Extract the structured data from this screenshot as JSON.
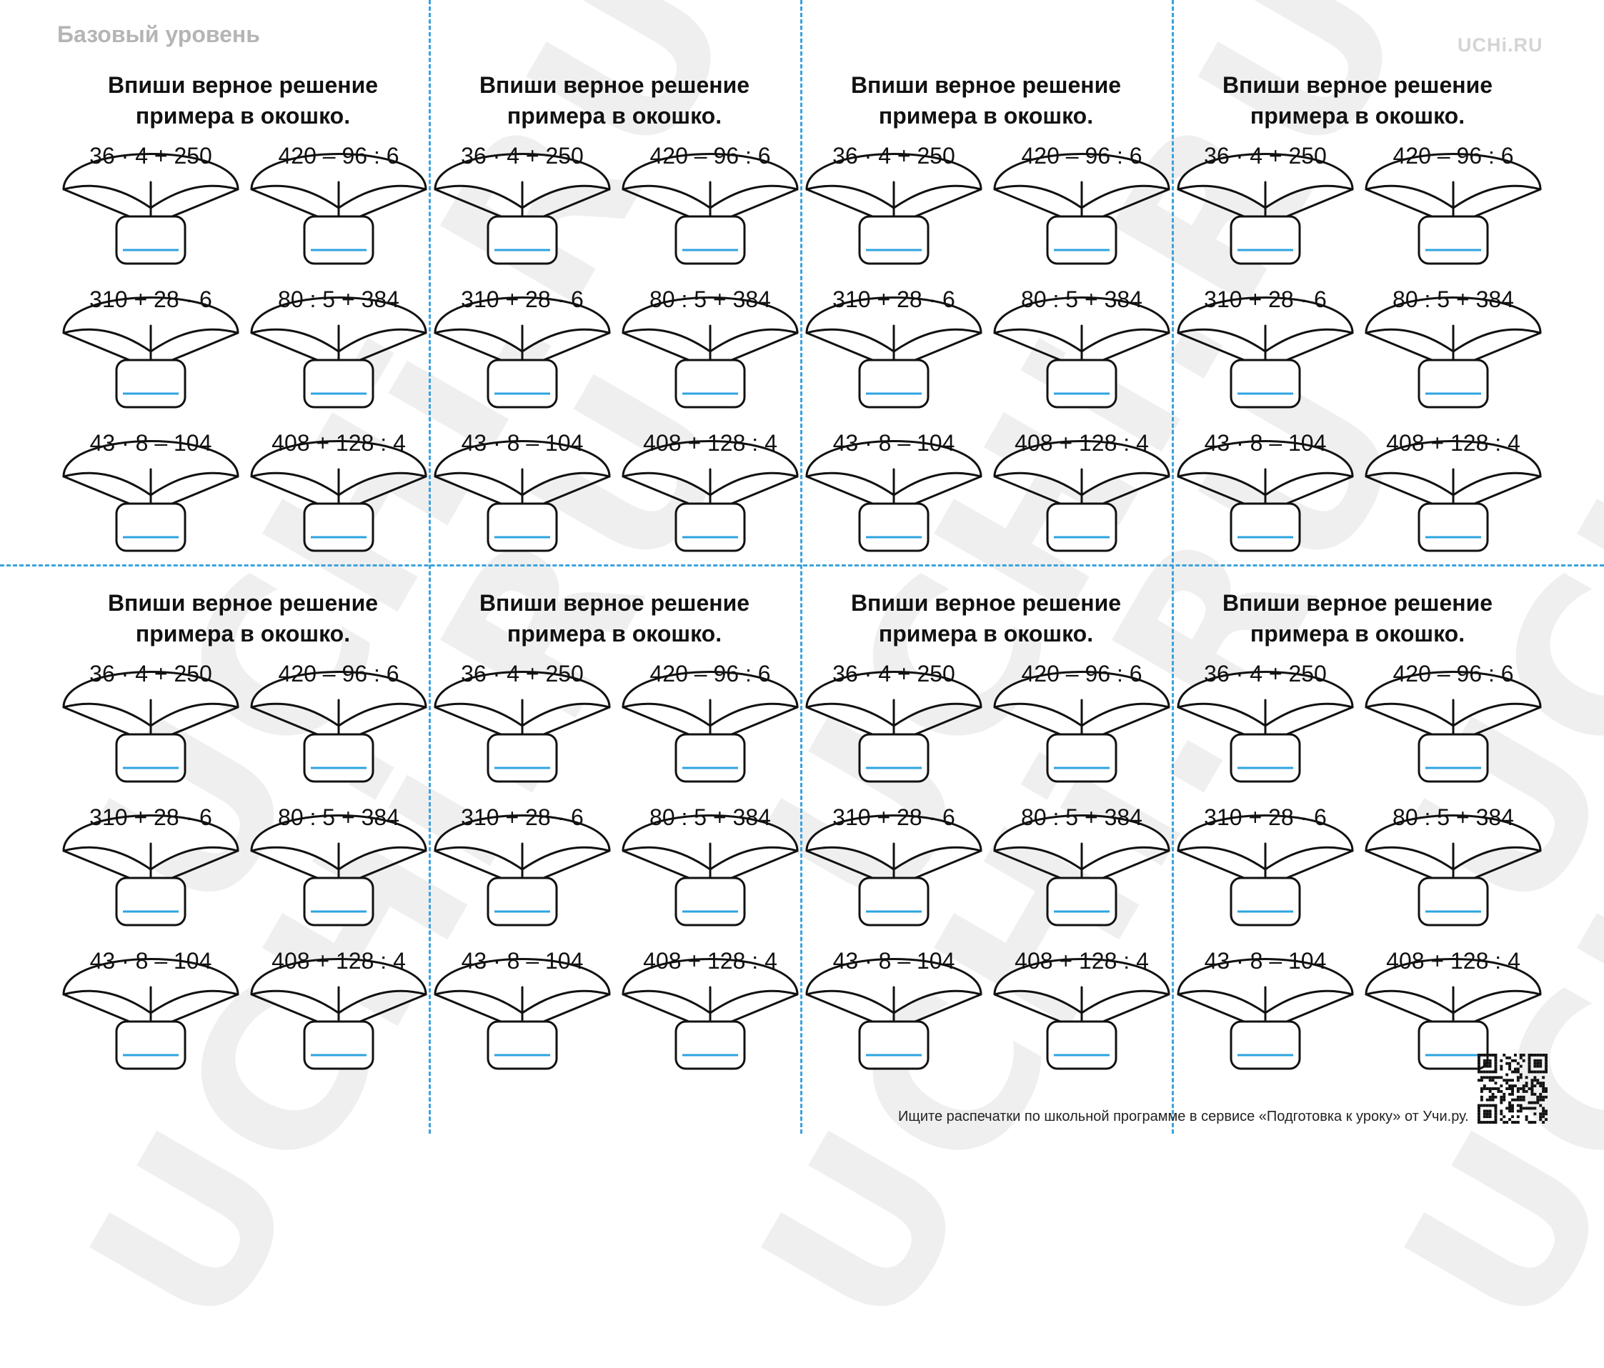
{
  "header": {
    "level_label": "Базовый уровень",
    "logo": "UCHi.RU"
  },
  "watermark": {
    "text": "UCHi.RU",
    "color": "#efefef"
  },
  "cut_line_color": "#3aa3dd",
  "answer_line_color": "#2ea3e0",
  "card": {
    "title_line1": "Впиши верное решение",
    "title_line2": "примера в окошко.",
    "problems": [
      "36 · 4 + 250",
      "420 – 96 : 6",
      "310 + 28 · 6",
      "80 : 5 + 384",
      "43 · 8 – 104",
      "408 + 128 : 4"
    ]
  },
  "footer": {
    "text": "Ищите распечатки по школьной программе в сервисе «Подготовка к уроку» от Учи.ру."
  },
  "qr_icon": "qr-code-icon"
}
